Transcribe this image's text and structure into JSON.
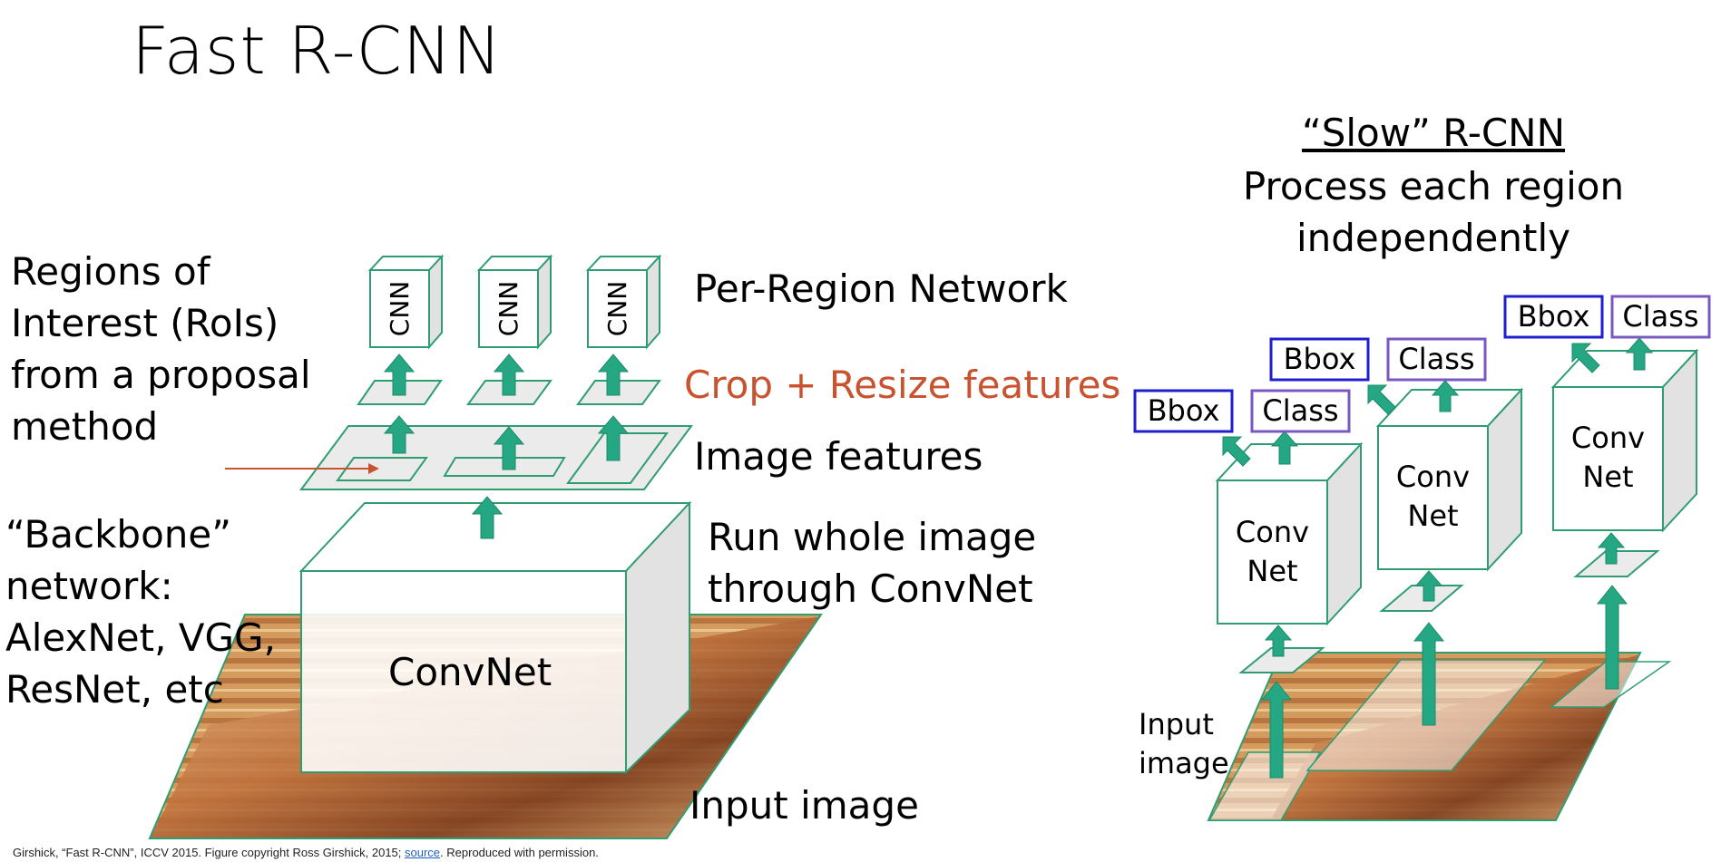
{
  "title": "Fast R-CNN",
  "left": {
    "rois_label": [
      "Regions of",
      "Interest (RoIs)",
      "from a proposal",
      "method"
    ],
    "backbone_label": [
      "“Backbone”",
      "network:",
      "AlexNet, VGG,",
      "ResNet, etc"
    ],
    "per_region_network": "Per-Region Network",
    "crop_resize": "Crop + Resize features",
    "image_features": "Image features",
    "run_whole": [
      "Run whole image",
      "through ConvNet"
    ],
    "input_image": "Input image",
    "convnet": "ConvNet",
    "cnn_box": "CNN"
  },
  "right": {
    "heading": "“Slow” R-CNN",
    "subheading": [
      "Process each region",
      "independently"
    ],
    "bbox": "Bbox",
    "class": "Class",
    "conv_net": [
      "Conv",
      "Net"
    ],
    "input_image": [
      "Input",
      "image"
    ]
  },
  "footer": {
    "citation": "Girshick, “Fast R-CNN”, ICCV 2015. Figure copyright Ross Girshick, 2015; ",
    "link": "source",
    "tail": ". Reproduced with permission."
  },
  "colors": {
    "arrow_green": "#26a784",
    "box_green": "#2e9e72",
    "red_text": "#c9532f",
    "bbox_blue": "#1f1fd0",
    "class_purple": "#7a58c2"
  }
}
